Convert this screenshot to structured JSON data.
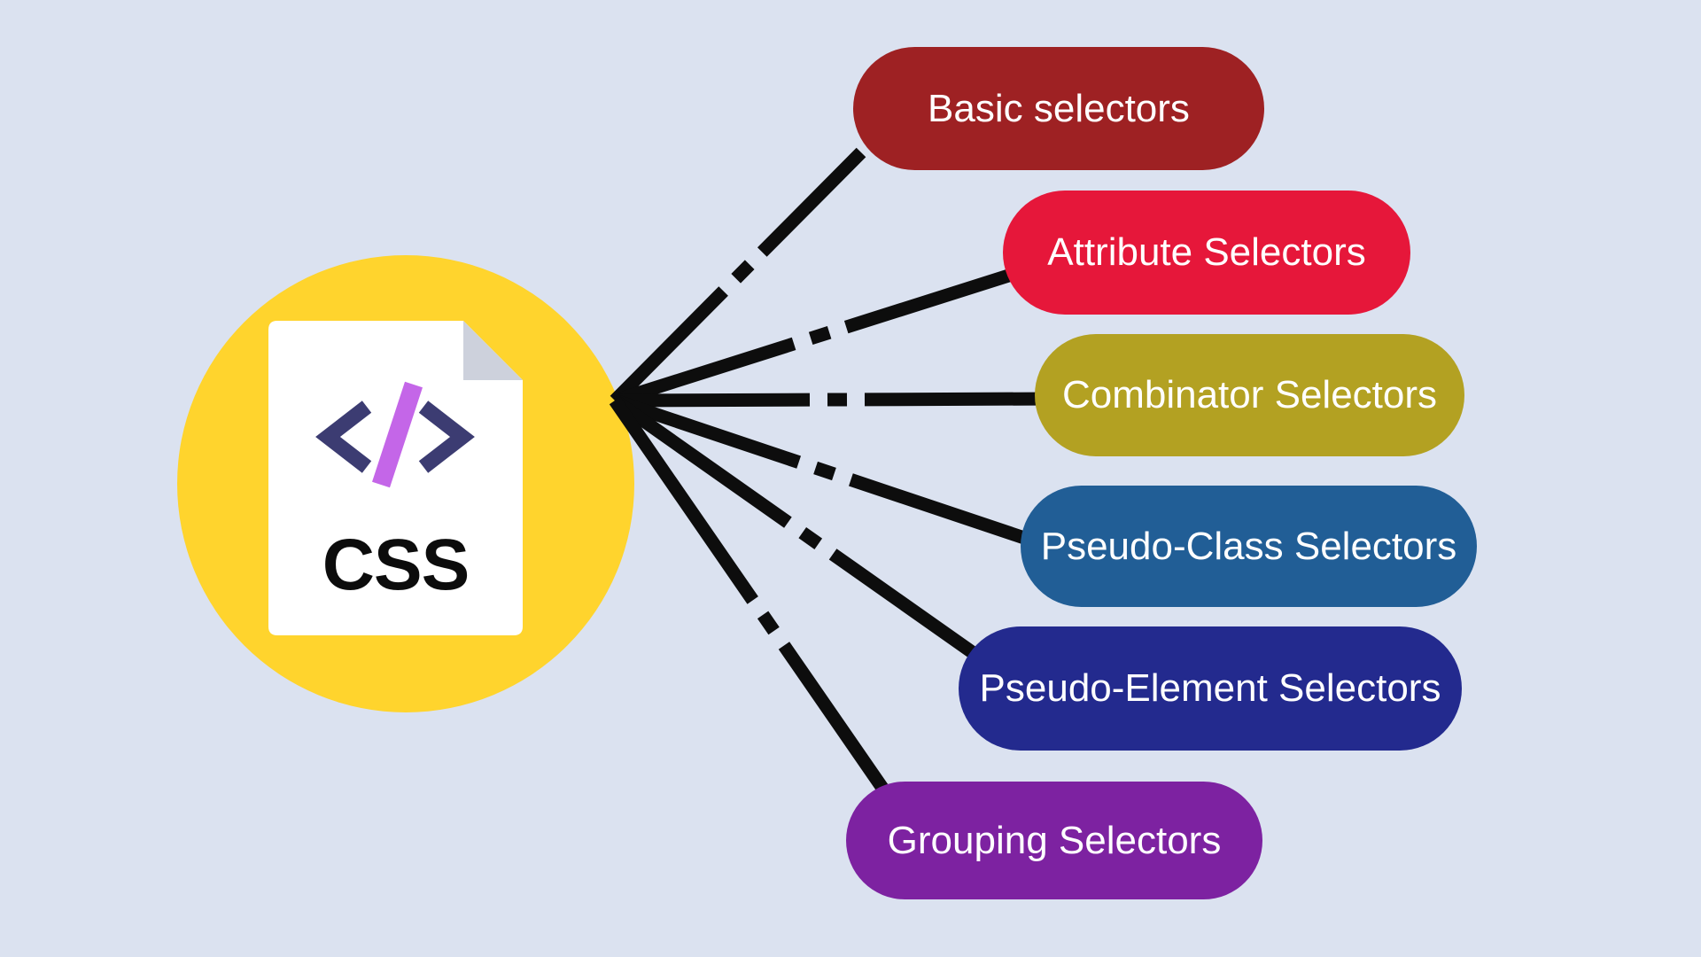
{
  "canvas": {
    "background_color": "#dbe2f0"
  },
  "hub": {
    "label": "CSS",
    "circle_color": "#ffd42d",
    "document_color": "#ffffff",
    "fold_color": "#cdd1dc",
    "label_color": "#0c0c0c",
    "code_icon": {
      "chevron_color": "#3c3c72",
      "slash_color": "#c466e8"
    }
  },
  "connectors": {
    "color": "#0d0d0d",
    "style": "thick black line with one square dash near midpoint"
  },
  "nodes": [
    {
      "label": "Basic selectors",
      "color": "#9e2123",
      "text_color": "#ffffff"
    },
    {
      "label": "Attribute Selectors",
      "color": "#e6173a",
      "text_color": "#ffffff"
    },
    {
      "label": "Combinator Selectors",
      "color": "#b3a122",
      "text_color": "#ffffff"
    },
    {
      "label": "Pseudo-Class Selectors",
      "color": "#215e96",
      "text_color": "#ffffff"
    },
    {
      "label": "Pseudo-Element Selectors",
      "color": "#232a8e",
      "text_color": "#ffffff"
    },
    {
      "label": "Grouping Selectors",
      "color": "#7d22a1",
      "text_color": "#ffffff"
    }
  ]
}
